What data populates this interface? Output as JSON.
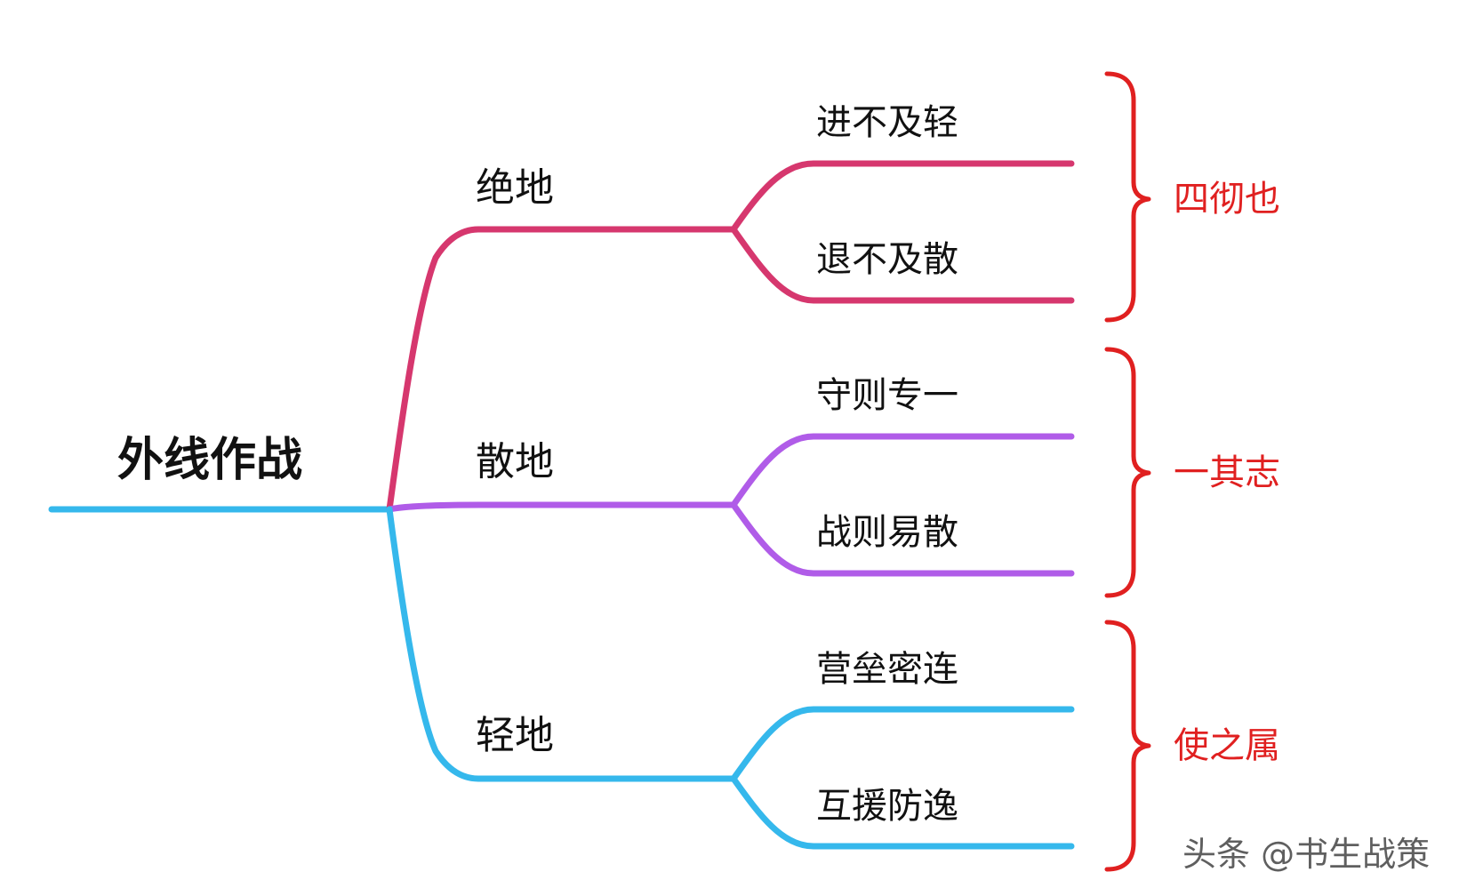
{
  "root": {
    "label": "外线作战"
  },
  "branches": [
    {
      "label": "绝地",
      "color": "#d6376e",
      "leaves": [
        "进不及轻",
        "退不及散"
      ],
      "summary": "四彻也"
    },
    {
      "label": "散地",
      "color": "#b05ce8",
      "leaves": [
        "守则专一",
        "战则易散"
      ],
      "summary": "一其志"
    },
    {
      "label": "轻地",
      "color": "#35b8ec",
      "leaves": [
        "营垒密连",
        "互援防逸"
      ],
      "summary": "使之属"
    }
  ],
  "colors": {
    "root_line": "#35b8ec",
    "brace": "#e02020"
  },
  "watermark": "头条 @书生战策"
}
